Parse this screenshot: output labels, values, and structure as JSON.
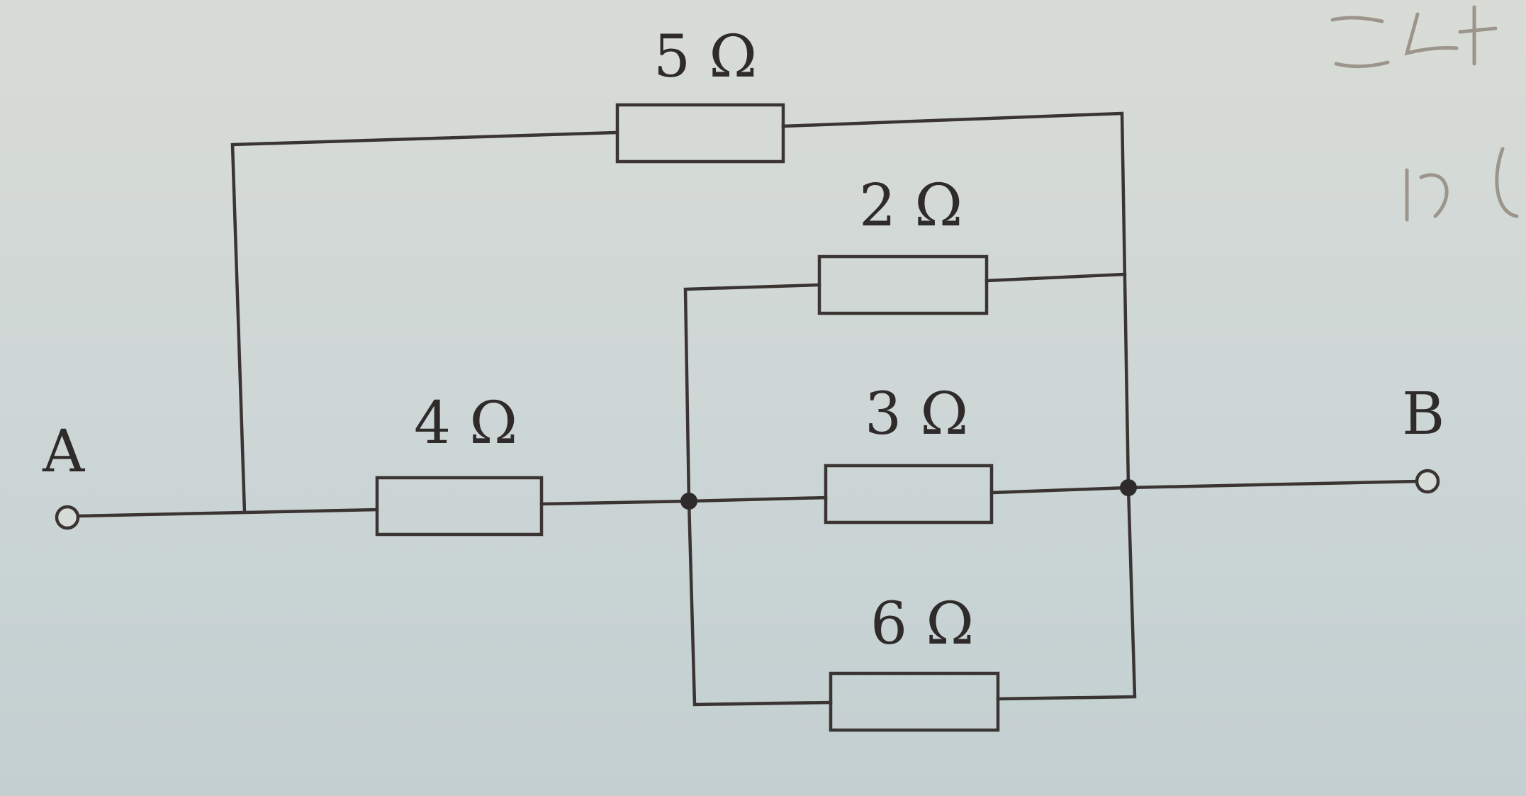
{
  "terminals": {
    "a_label": "A",
    "b_label": "B"
  },
  "resistors": {
    "r5": "5 Ω",
    "r2": "2 Ω",
    "r4": "4 Ω",
    "r3": "3 Ω",
    "r6": "6 Ω"
  }
}
